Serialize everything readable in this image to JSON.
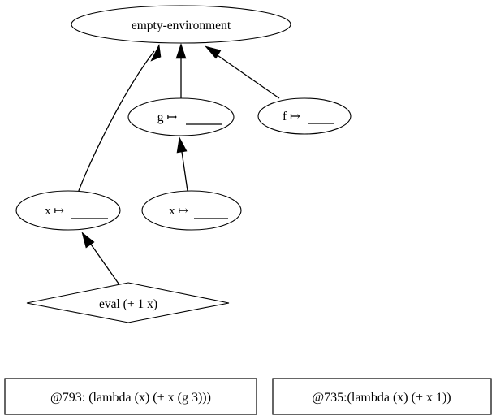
{
  "diagram": {
    "title": "environment-diagram",
    "type": "environment-diagram",
    "background_color": "#ffffff",
    "line_color": "#000000",
    "text_color": "#000000",
    "nodes": [
      {
        "id": "empty-environment",
        "shape": "ellipse",
        "label": "empty-environment"
      },
      {
        "id": "frame-g",
        "shape": "ellipse",
        "binding_name": "g",
        "mapsto": "↦",
        "value": "",
        "label": "g ↦"
      },
      {
        "id": "frame-f",
        "shape": "ellipse",
        "binding_name": "f",
        "mapsto": "↦",
        "value": "",
        "label": "f ↦"
      },
      {
        "id": "frame-x-left",
        "shape": "ellipse",
        "binding_name": "x",
        "mapsto": "↦",
        "value": "",
        "label": "x ↦"
      },
      {
        "id": "frame-x-right",
        "shape": "ellipse",
        "binding_name": "x",
        "mapsto": "↦",
        "value": "",
        "label": "x ↦"
      },
      {
        "id": "eval-node",
        "shape": "diamond",
        "label": "eval (+ 1 x)"
      }
    ],
    "edges": [
      {
        "from": "frame-x-left",
        "to": "empty-environment",
        "style": "curved-arrow"
      },
      {
        "from": "frame-g",
        "to": "empty-environment",
        "style": "straight-arrow"
      },
      {
        "from": "frame-f",
        "to": "empty-environment",
        "style": "straight-arrow"
      },
      {
        "from": "frame-x-right",
        "to": "frame-g",
        "style": "straight-arrow"
      },
      {
        "from": "eval-node",
        "to": "frame-x-left",
        "style": "straight-arrow"
      }
    ],
    "boxes": [
      {
        "id": "closure-793",
        "shape": "rectangle",
        "label": "@793: (lambda (x) (+ x (g 3)))"
      },
      {
        "id": "closure-735",
        "shape": "rectangle",
        "label": "@735:(lambda (x) (+ x 1))"
      }
    ]
  }
}
